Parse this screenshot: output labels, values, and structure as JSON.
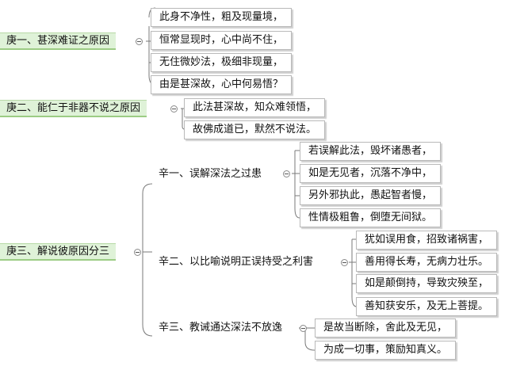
{
  "mindmap": {
    "groups": [
      {
        "label": "庚一、甚深难证之原因",
        "leaves": [
          "此身不净性，粗及现量境，",
          "恒常显现时，心中尚不住，",
          "无住微妙法，极细非现量，",
          "由是甚深故，心中何易悟？"
        ]
      },
      {
        "label": "庚二、能仁于非器不说之原因",
        "leaves": [
          "此法甚深故，知众难领悟，",
          "故佛成道已，默然不说法。"
        ]
      },
      {
        "label": "庚三、解说彼原因分三",
        "branches": [
          {
            "label": "辛一、误解深法之过患",
            "leaves": [
              "若误解此法，毁坏诸愚者，",
              "如是无见者，沉落不净中，",
              "另外邪执此，愚起智者慢，",
              "性情极粗鲁，倒堕无间狱。"
            ]
          },
          {
            "label": "辛二、以比喻说明正误持受之利害",
            "leaves": [
              "犹如误用食，招致诸祸害，",
              "善用得长寿，无病力壮乐。",
              "如是颠倒持，导致灾殃至，",
              "善知获安乐，及无上菩提。"
            ]
          },
          {
            "label": "辛三、教诫通达深法不放逸",
            "leaves": [
              "是故当断除，舍此及无见，",
              "为成一切事，策励知真义。"
            ]
          }
        ]
      }
    ]
  }
}
